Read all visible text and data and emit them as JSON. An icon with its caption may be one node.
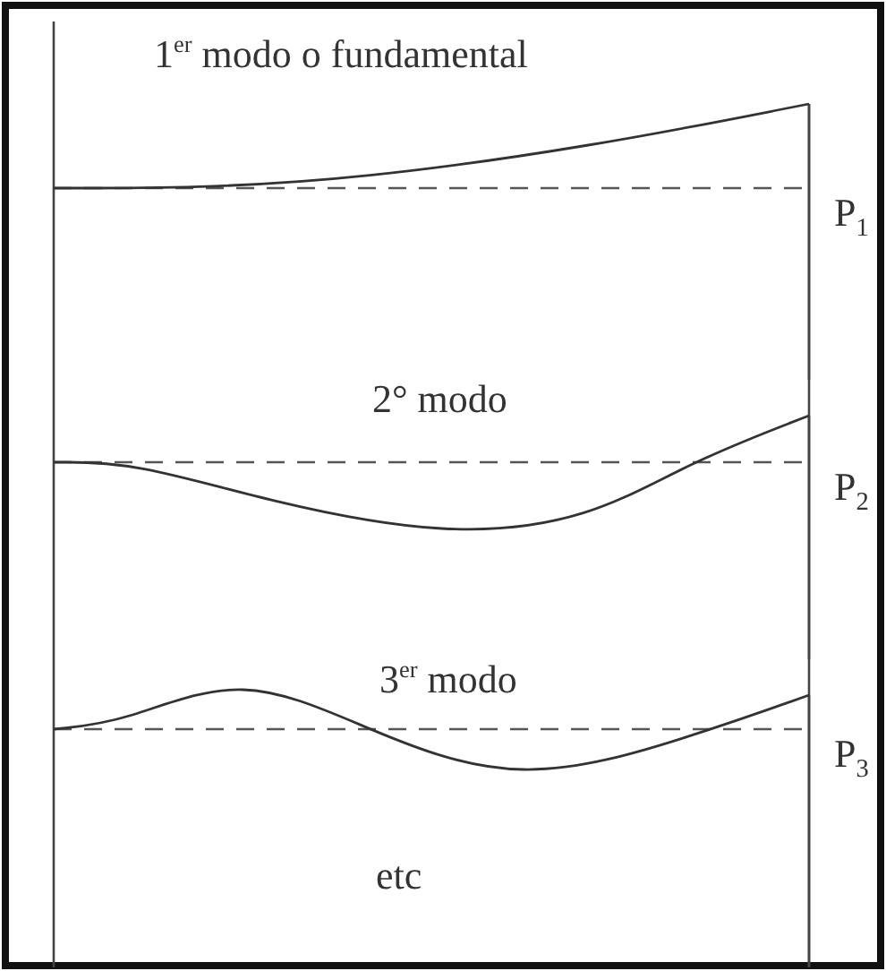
{
  "diagram": {
    "labels": [
      "1$^{er}$ modo o fundamental",
      "P$_{1}$",
      "2° modo",
      "P$_{2}$",
      "3$^{er}$ modo",
      "P$_{3}$",
      "etc"
    ]
  }
}
